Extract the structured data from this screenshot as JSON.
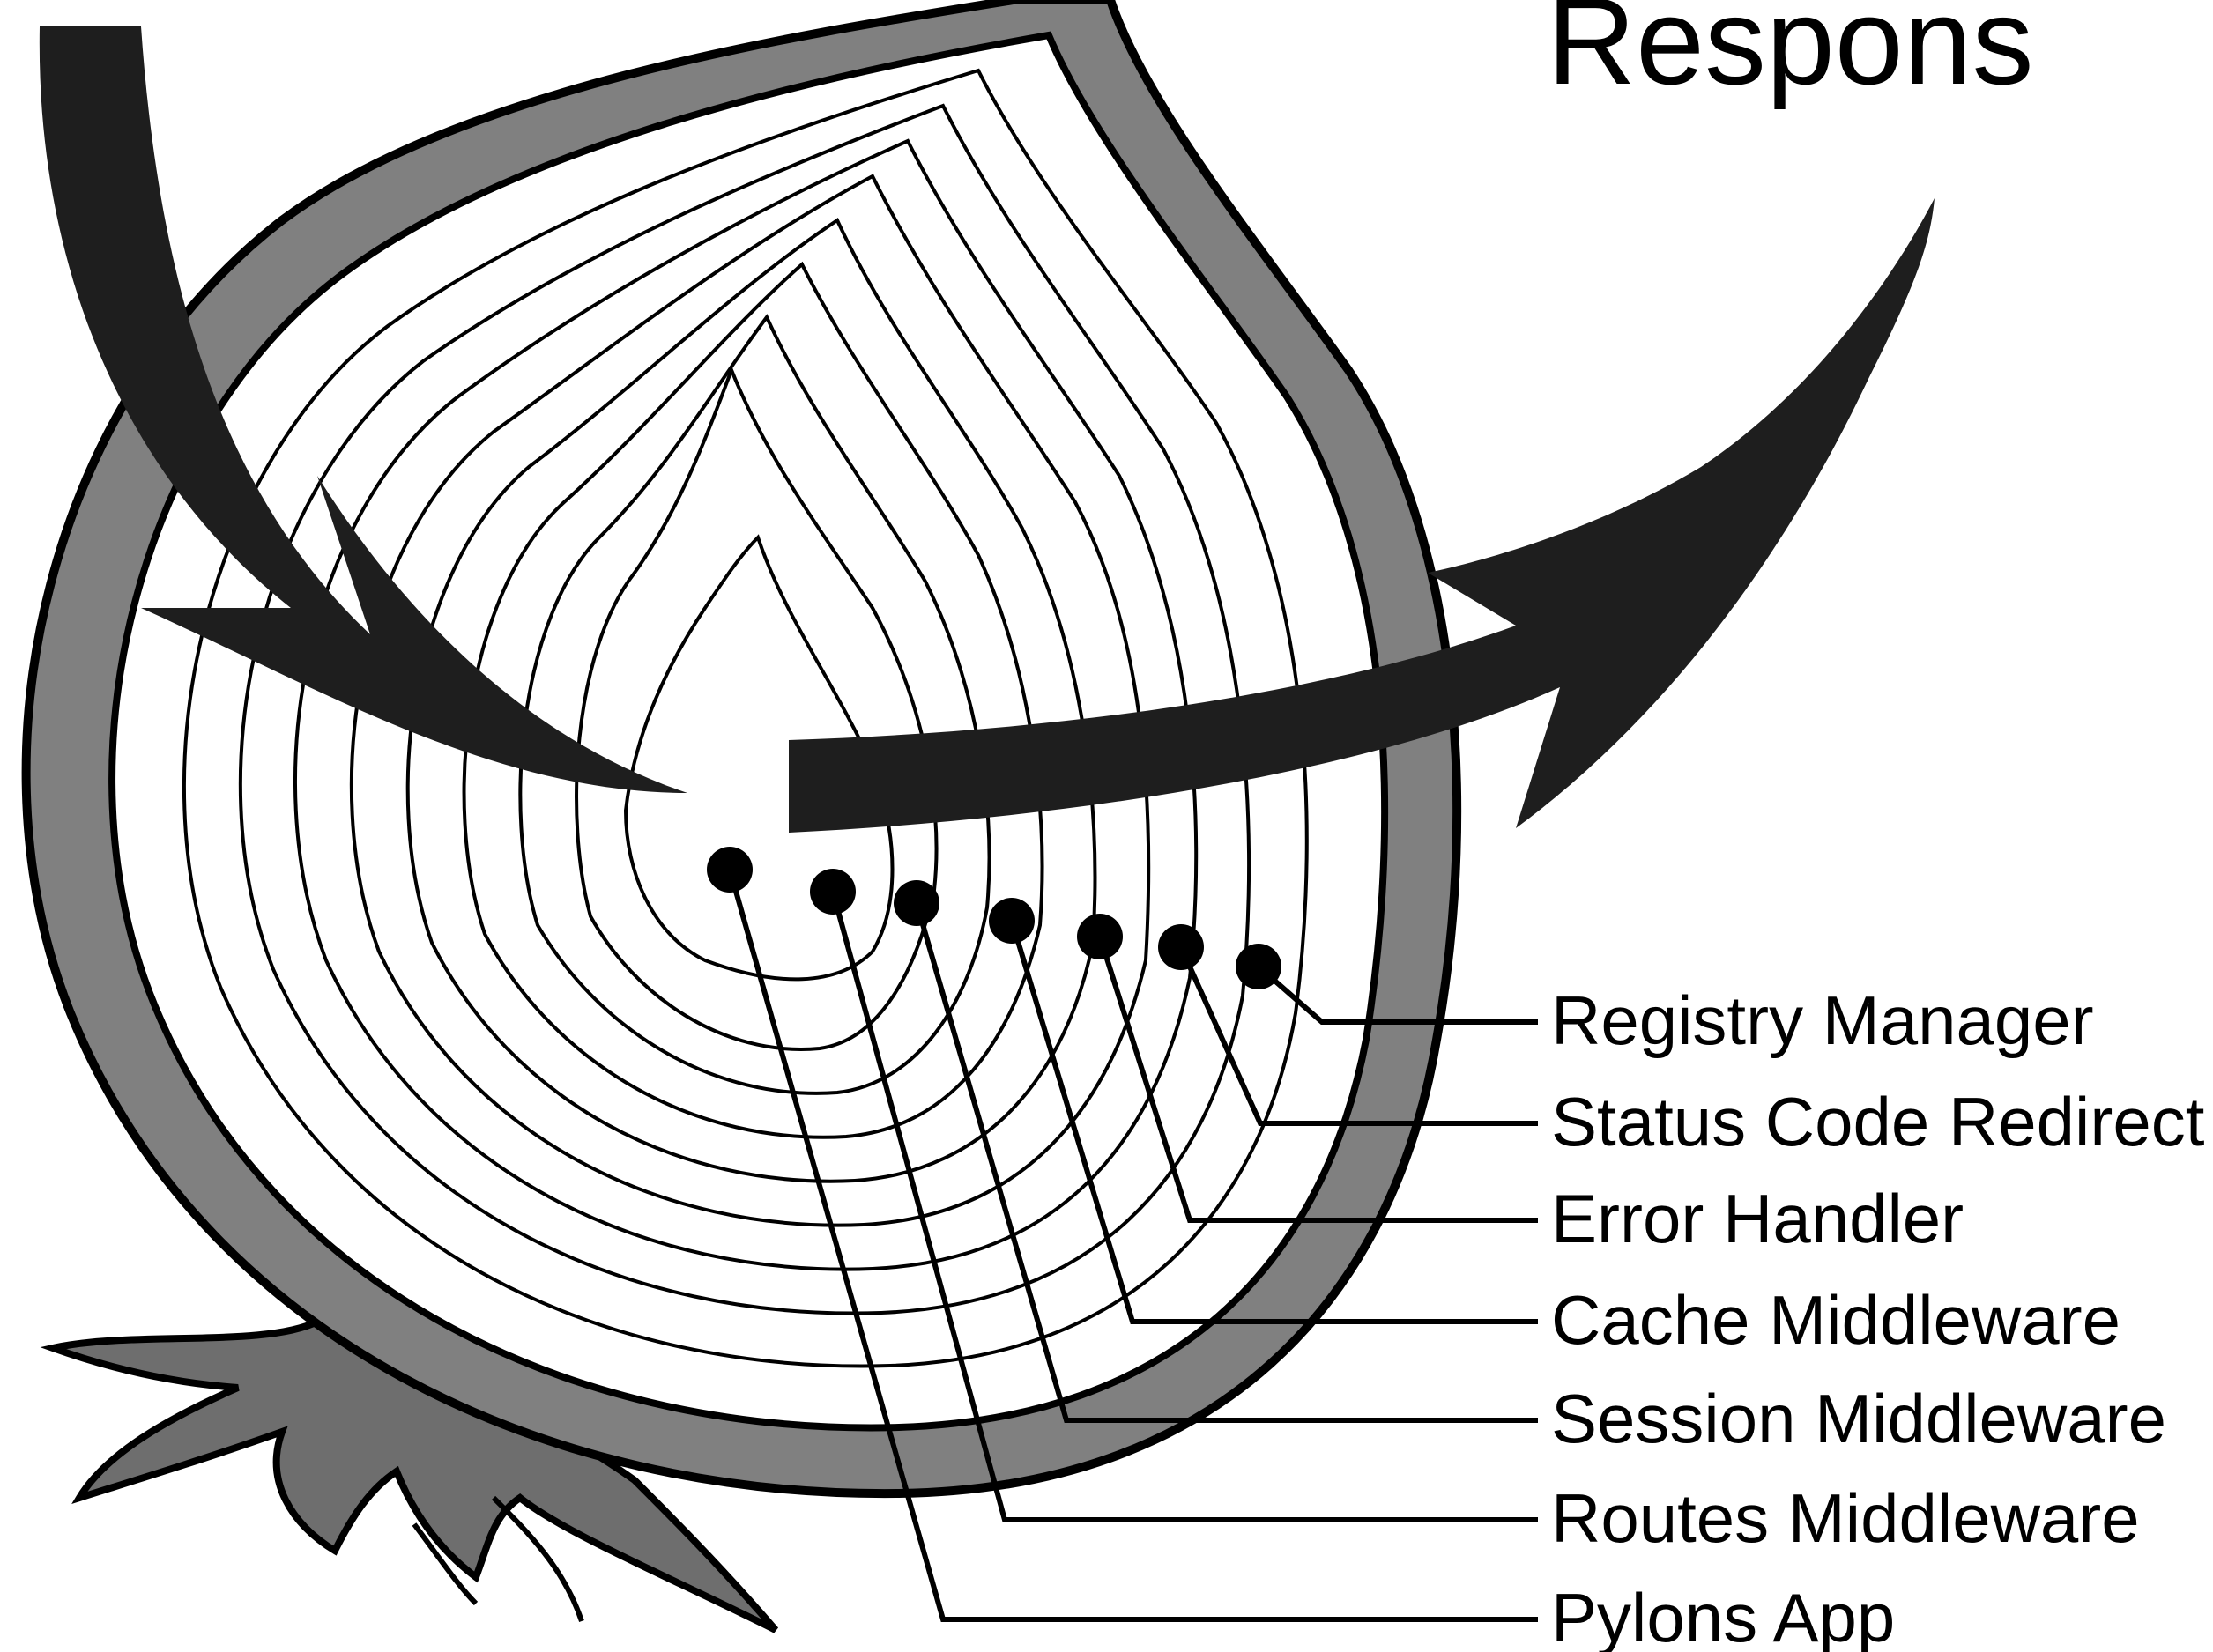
{
  "heading": "Respons",
  "layers": [
    {
      "label": "Registry Manager"
    },
    {
      "label": "Status Code Redirect"
    },
    {
      "label": "Error Handler"
    },
    {
      "label": "Cache Middleware"
    },
    {
      "label": "Session Middleware"
    },
    {
      "label": "Routes Middleware"
    },
    {
      "label": "Pylons App"
    }
  ],
  "colors": {
    "ink": "#000000",
    "skin": "#808080",
    "arrow": "#1e1e1e",
    "background": "#ffffff"
  }
}
